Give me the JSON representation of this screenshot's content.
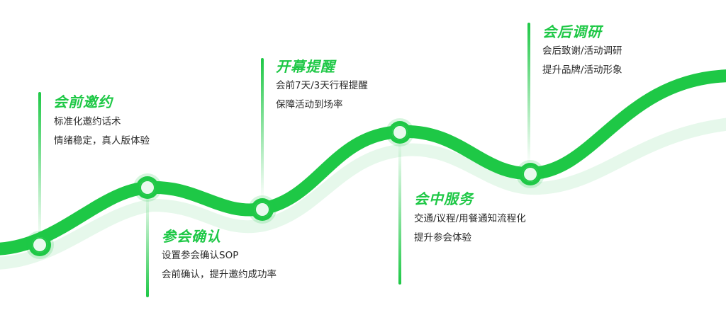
{
  "stages": [
    {
      "id": "invite",
      "title": "会前邀约",
      "lines": [
        "标准化邀约话术",
        "情绪稳定，真人版体验"
      ]
    },
    {
      "id": "confirm",
      "title": "参会确认",
      "lines": [
        "设置参会确认SOP",
        "会前确认，提升邀约成功率"
      ]
    },
    {
      "id": "reminder",
      "title": "开幕提醒",
      "lines": [
        "会前7天/3天行程提醒",
        "保障活动到场率"
      ]
    },
    {
      "id": "service",
      "title": "会中服务",
      "lines": [
        "交通/议程/用餐通知流程化",
        "提升参会体验"
      ]
    },
    {
      "id": "research",
      "title": "会后调研",
      "lines": [
        "会后致谢/活动调研",
        "提升品牌/活动形象"
      ]
    }
  ],
  "colors": {
    "accent": "#1ec846",
    "accent_soft": "#e6f8eb",
    "text": "#2a2a2a"
  }
}
